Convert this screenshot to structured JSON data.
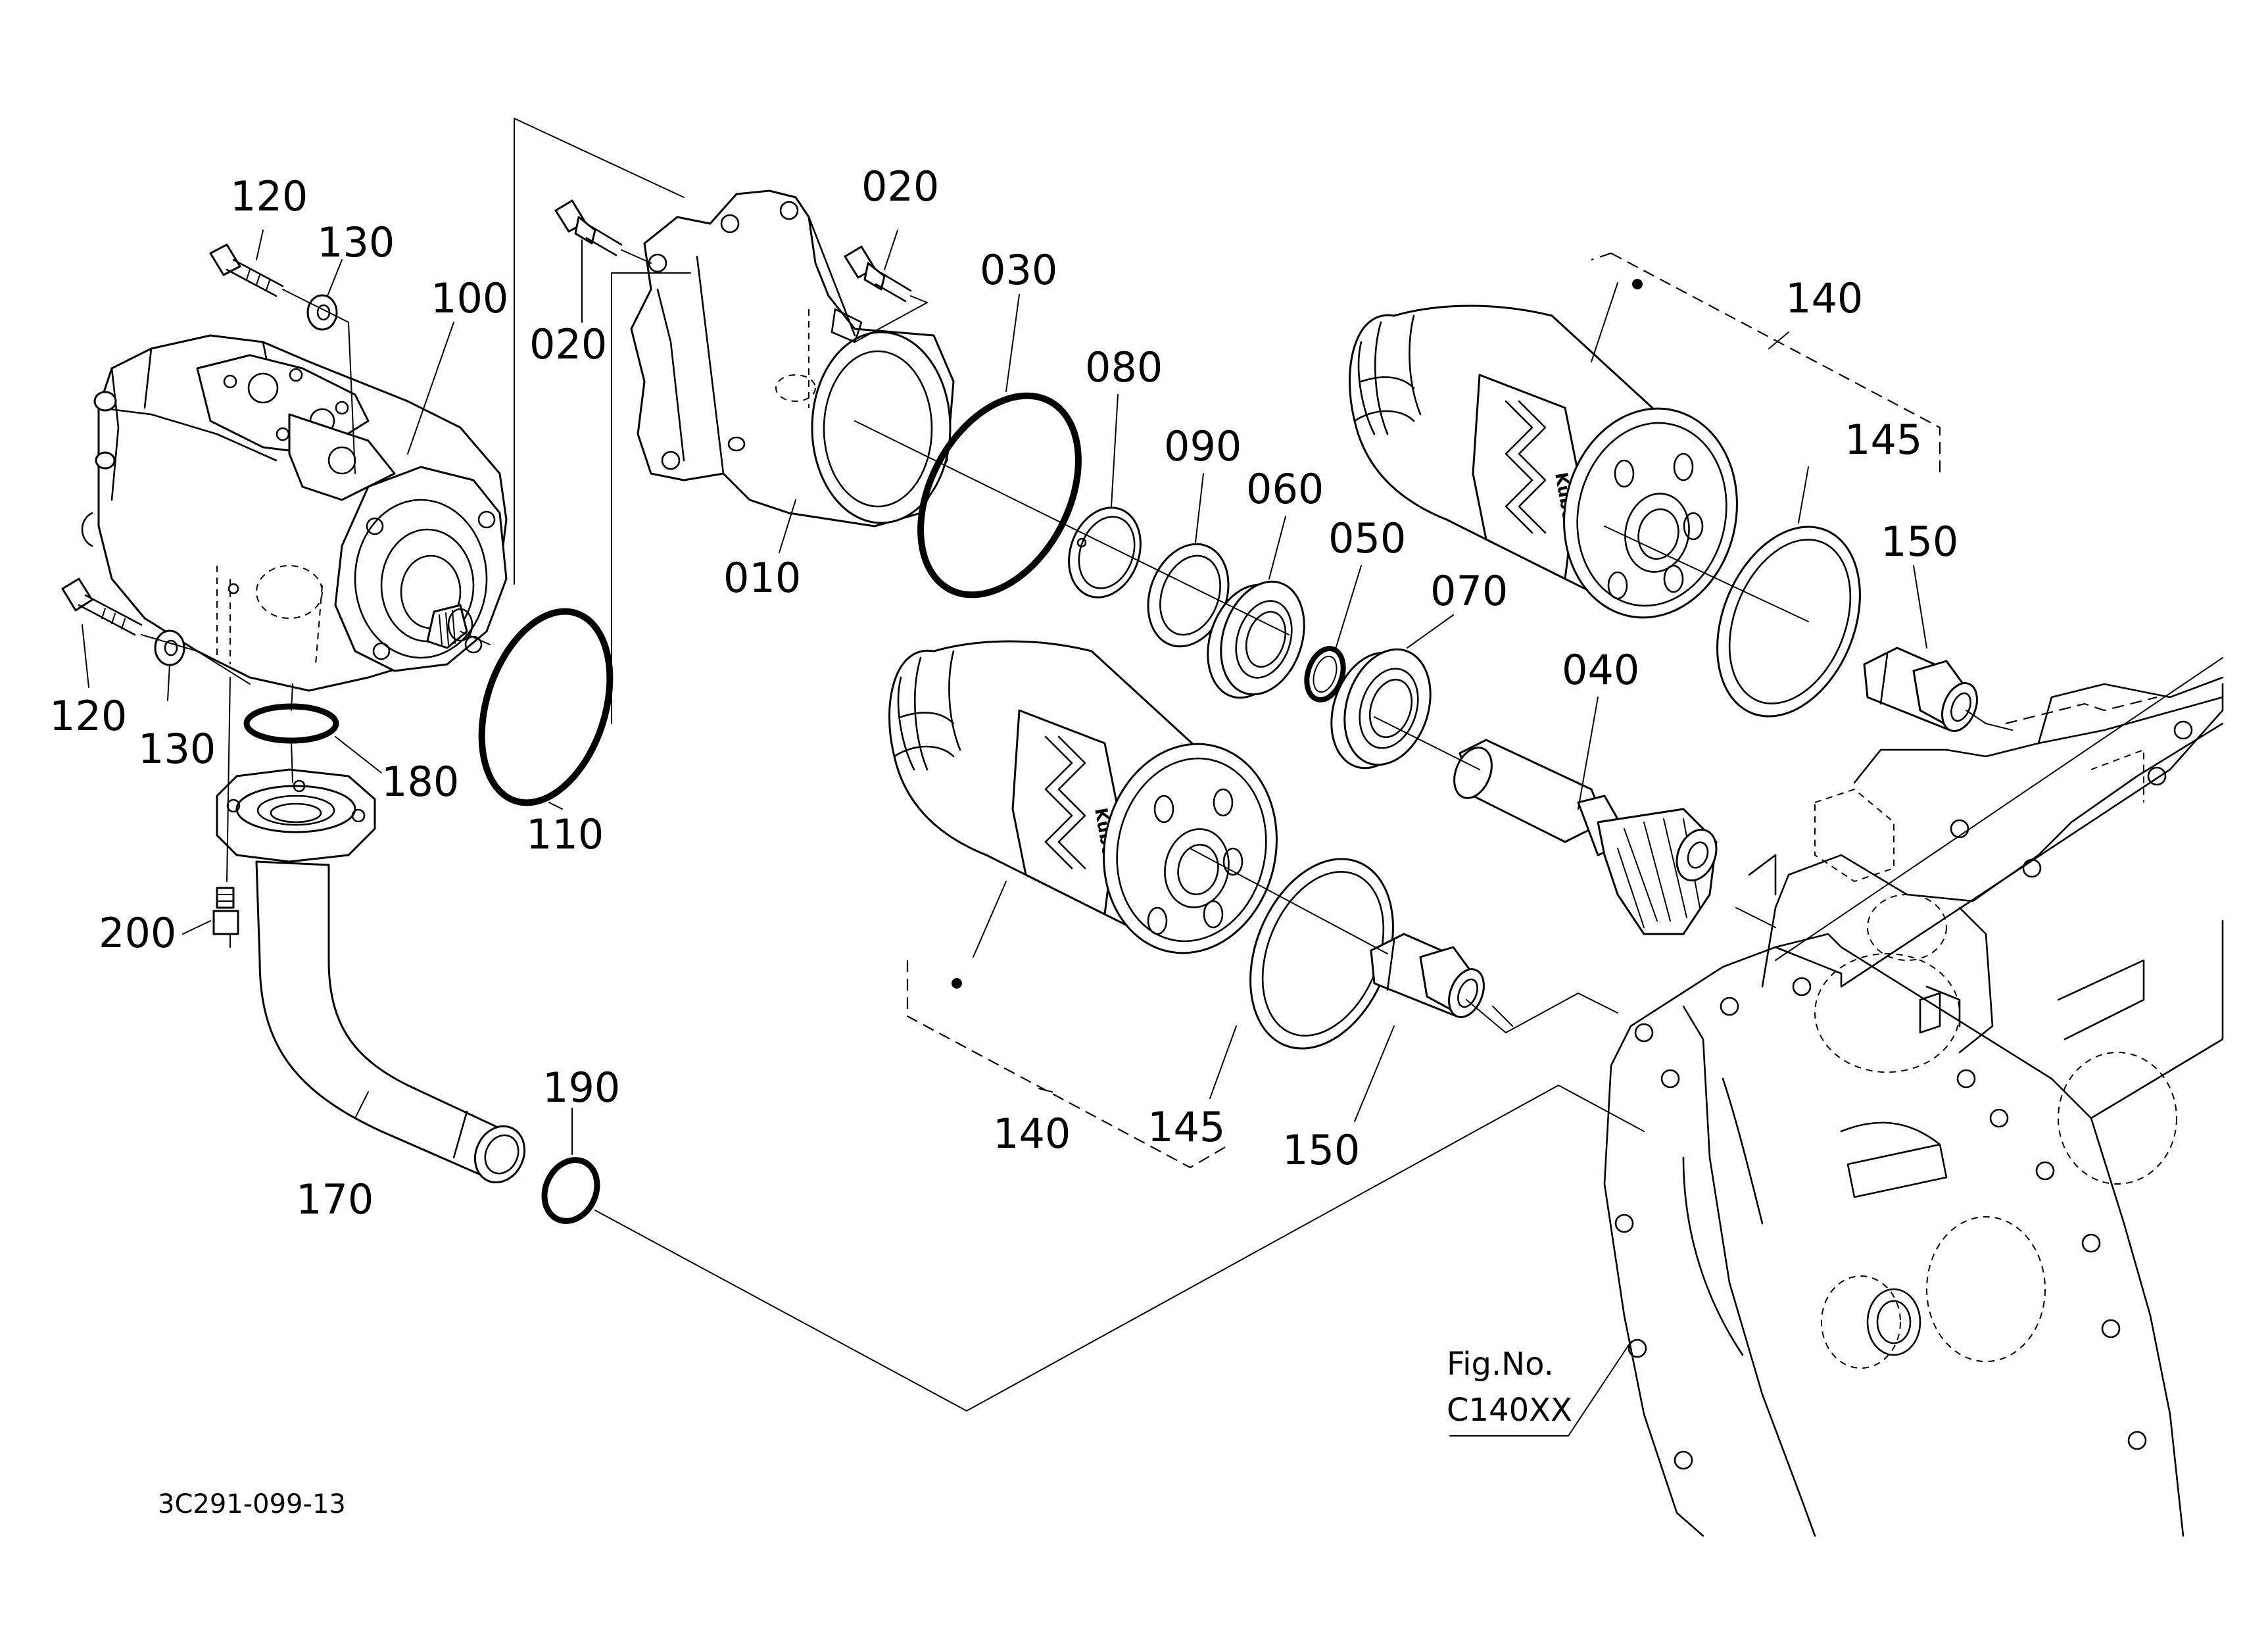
{
  "diagram_id": "3C291-099-13",
  "figure_ref": {
    "line1": "Fig.No.",
    "line2": "C140XX"
  },
  "brand_mark": "Kubota",
  "labels": {
    "p010": "010",
    "p020a": "020",
    "p020b": "020",
    "p030": "030",
    "p040": "040",
    "p050": "050",
    "p060": "060",
    "p070": "070",
    "p080": "080",
    "p090": "090",
    "p100": "100",
    "p110": "110",
    "p120a": "120",
    "p120b": "120",
    "p130a": "130",
    "p130b": "130",
    "p140a": "140",
    "p140b": "140",
    "p145a": "145",
    "p145b": "145",
    "p150a": "150",
    "p150b": "150",
    "p170": "170",
    "p180": "180",
    "p190": "190",
    "p200": "200"
  }
}
